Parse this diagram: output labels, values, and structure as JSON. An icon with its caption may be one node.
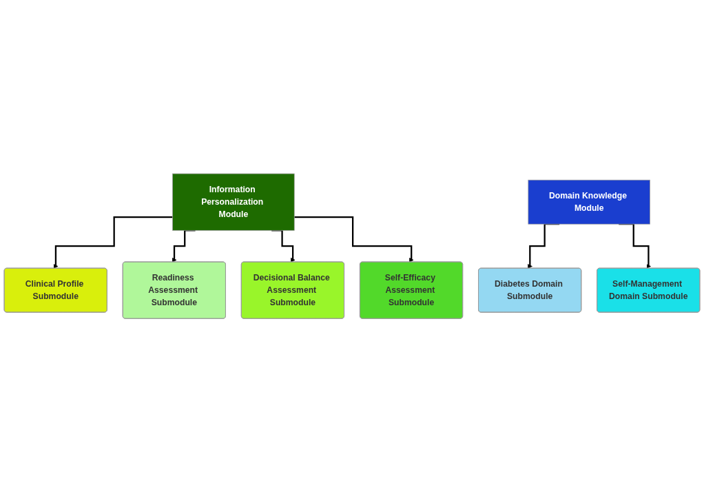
{
  "diagram": {
    "nodes": [
      {
        "text": [
          "Information Personalization Module"
        ]
      },
      {
        "text": [
          "Clinical Profile Submodule"
        ]
      },
      {
        "text": [
          "Readiness Assessment Submodule"
        ]
      },
      {
        "text": [
          "Decisional Balance Assessment Submodule"
        ]
      },
      {
        "text": [
          "Self-Efficacy Assessment Submodule"
        ]
      },
      {
        "text": [
          "Domain Knowledge Module"
        ]
      },
      {
        "text": [
          "Diabetes Domain Submodule"
        ]
      },
      {
        "text": [
          "Self-Management Domain Submodule"
        ]
      }
    ],
    "edges": [
      {
        "from": 0,
        "to": 1,
        "arrow": "to"
      },
      {
        "from": 0,
        "to": 2,
        "arrow": "to"
      },
      {
        "from": 0,
        "to": 3,
        "arrow": "to"
      },
      {
        "from": 0,
        "to": 4,
        "arrow": "to"
      },
      {
        "from": 5,
        "to": 6,
        "arrow": "to"
      },
      {
        "from": 5,
        "to": 7,
        "arrow": "to"
      }
    ]
  }
}
